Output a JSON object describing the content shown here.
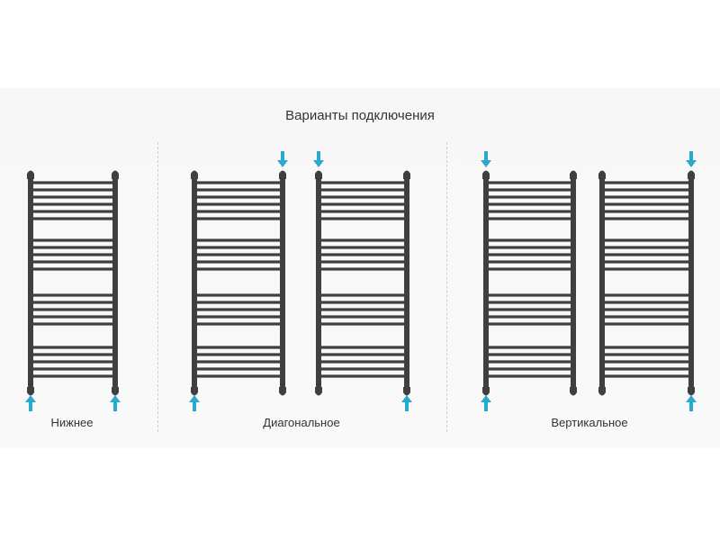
{
  "title": "Варианты подключения",
  "groups": [
    {
      "label": "Нижнее"
    },
    {
      "label": "Диагональное"
    },
    {
      "label": "Вертикальное"
    }
  ],
  "radiators": [
    {
      "group": 0,
      "arrows": [
        {
          "side": "left",
          "pos": "bottom",
          "dir": "up"
        },
        {
          "side": "right",
          "pos": "bottom",
          "dir": "up"
        }
      ]
    },
    {
      "group": 1,
      "arrows": [
        {
          "side": "right",
          "pos": "top",
          "dir": "down"
        },
        {
          "side": "left",
          "pos": "bottom",
          "dir": "up"
        }
      ]
    },
    {
      "group": 1,
      "arrows": [
        {
          "side": "left",
          "pos": "top",
          "dir": "down"
        },
        {
          "side": "right",
          "pos": "bottom",
          "dir": "up"
        }
      ]
    },
    {
      "group": 2,
      "arrows": [
        {
          "side": "left",
          "pos": "top",
          "dir": "down"
        },
        {
          "side": "left",
          "pos": "bottom",
          "dir": "up"
        }
      ]
    },
    {
      "group": 2,
      "arrows": [
        {
          "side": "right",
          "pos": "top",
          "dir": "down"
        },
        {
          "side": "right",
          "pos": "bottom",
          "dir": "up"
        }
      ]
    }
  ],
  "colors": {
    "radiator": "#3f3f3f",
    "arrow": "#2aa9cf",
    "background": "#f8f8f8",
    "text": "#333333"
  }
}
